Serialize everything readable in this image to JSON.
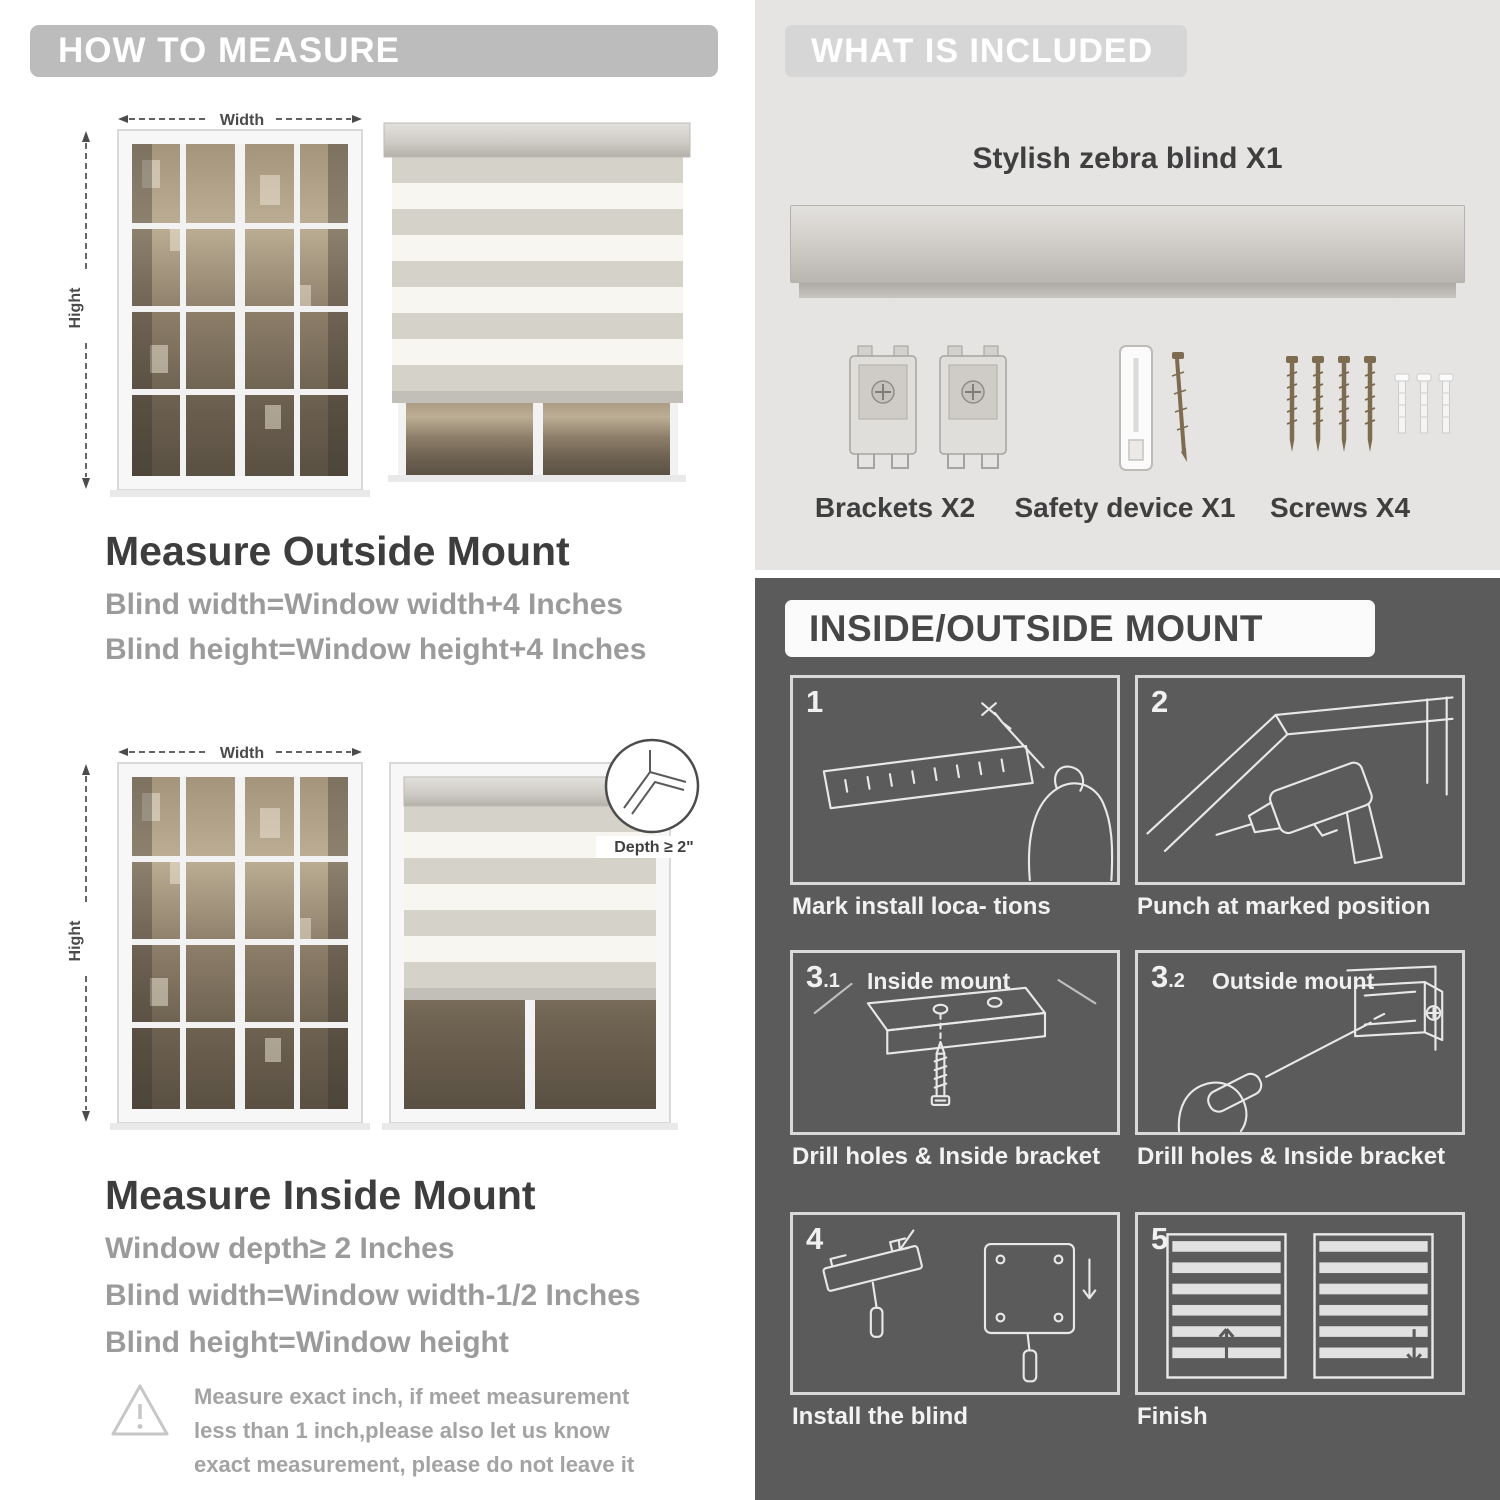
{
  "colors": {
    "left_header_bg": "#bcbcbc",
    "included_panel_bg": "#e5e4e3",
    "included_header_bg": "#d6d6d6",
    "mount_panel_bg": "#5b5b5b",
    "heading_text": "#3d3d3d",
    "body_text_gray": "#9b9b9b",
    "caption_white": "#f2f2f2"
  },
  "left": {
    "header": "HOW TO MEASURE",
    "outside": {
      "width_label": "Width",
      "height_label": "Hight",
      "title": "Measure Outside Mount",
      "formula_width": "Blind width=Window width+4 Inches",
      "formula_height": "Blind height=Window height+4 Inches"
    },
    "inside": {
      "width_label": "Width",
      "height_label": "Hight",
      "depth_label": "Depth ≥ 2\"",
      "title": "Measure Inside Mount",
      "line_depth": "Window depth≥ 2 Inches",
      "formula_width": "Blind width=Window width-1/2 Inches",
      "formula_height": "Blind height=Window height"
    },
    "warning_text": "Measure exact inch, if meet measurement less than 1 inch,please also let us know exact measurement, please do not leave it"
  },
  "right": {
    "included": {
      "header": "WHAT IS INCLUDED",
      "blind_label": "Stylish zebra blind X1",
      "items": [
        {
          "label": "Brackets X2"
        },
        {
          "label": "Safety device X1"
        },
        {
          "label": "Screws X4"
        }
      ]
    },
    "mount": {
      "header": "INSIDE/OUTSIDE MOUNT",
      "steps": [
        {
          "num": "1",
          "caption": "Mark install loca- tions"
        },
        {
          "num": "2",
          "caption": "Punch at  marked position"
        },
        {
          "num": "3",
          "sub": ".1",
          "badge": "Inside mount",
          "caption": "Drill holes &  Inside bracket"
        },
        {
          "num": "3",
          "sub": ".2",
          "badge": "Outside mount",
          "caption": "Drill holes &  Inside bracket"
        },
        {
          "num": "4",
          "caption": "Install the blind"
        },
        {
          "num": "5",
          "caption": "Finish"
        }
      ]
    }
  }
}
